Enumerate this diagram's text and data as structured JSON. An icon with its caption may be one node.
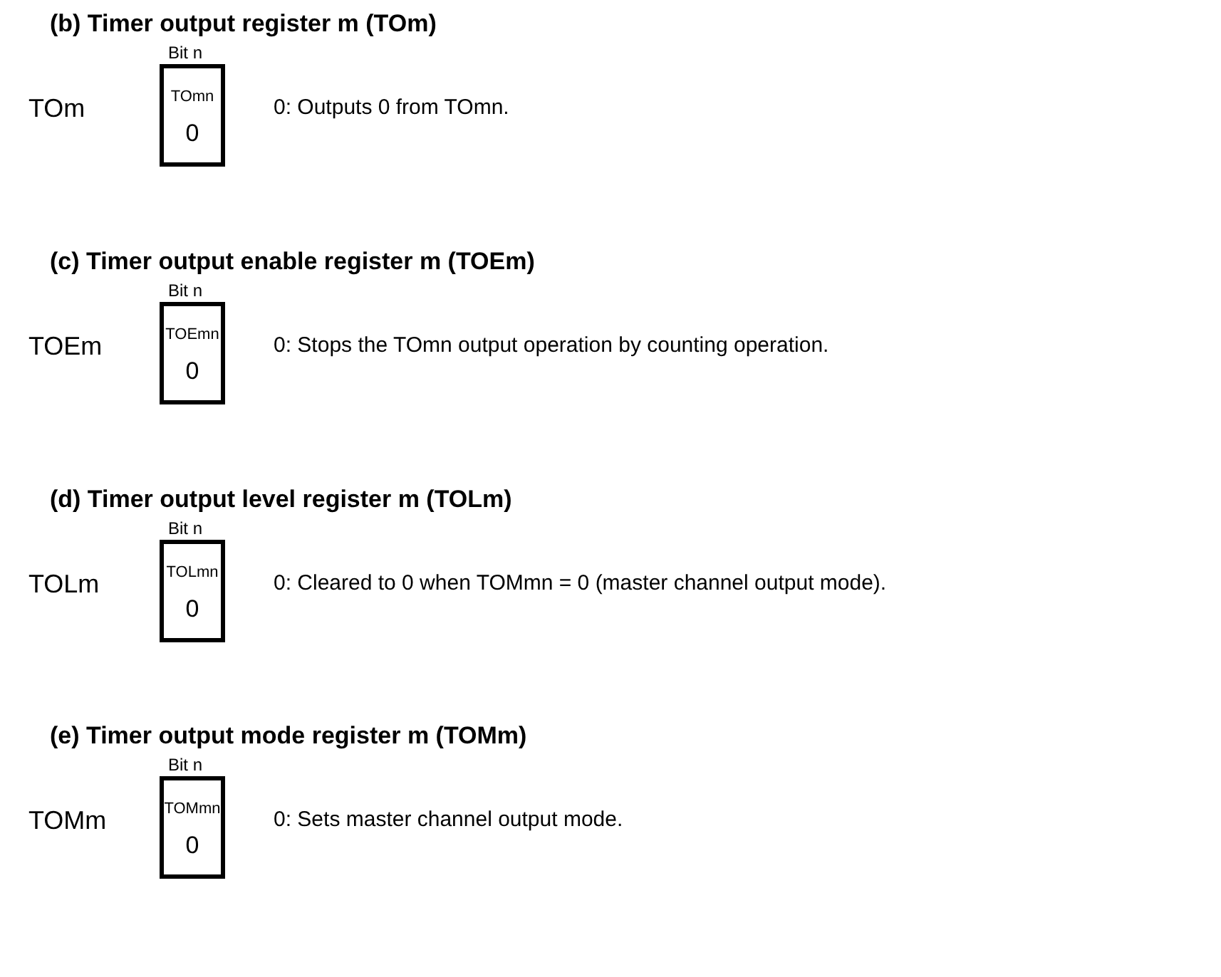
{
  "diagram": {
    "nodes": [
      {
        "text": [
          "TOmn",
          "0"
        ],
        "beside": [
          "Bit n",
          "TOm"
        ]
      },
      {
        "text": [
          "TOEmn",
          "0"
        ],
        "beside": [
          "Bit n",
          "TOEm"
        ]
      },
      {
        "text": [
          "TOLmn",
          "0"
        ],
        "beside": [
          "Bit n",
          "TOLm"
        ]
      },
      {
        "text": [
          "TOMmn",
          "0"
        ],
        "beside": [
          "Bit n",
          "TOMm"
        ]
      }
    ],
    "labels": [
      "(b)  Timer output register m (TOm)",
      "0: Outputs 0 from TOmn.",
      "(c)  Timer output enable register m (TOEm)",
      "0: Stops the TOmn output operation by counting operation.",
      "(d)  Timer output level register m (TOLm)",
      "0: Cleared to 0 when TOMmn = 0 (master channel output mode).",
      "(e)  Timer output mode register m (TOMm)",
      "0: Sets master channel output mode."
    ]
  }
}
